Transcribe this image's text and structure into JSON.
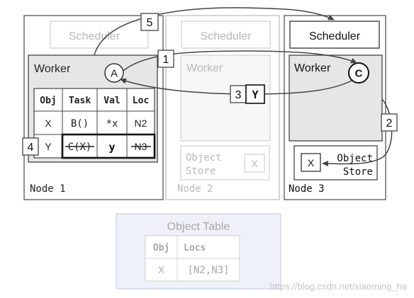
{
  "colors": {
    "stroke": "#444444",
    "faded_stroke": "#c8c8c8",
    "faded_text": "#b8b8b8",
    "worker_fill": "#e6e6e6",
    "faded_worker_fill": "#f7f7f7",
    "object_table_fill": "#eef2f8",
    "object_table_stroke": "#c5d0e0",
    "object_table_text": "#a8a8a8"
  },
  "nodes": [
    {
      "label": "Node 1",
      "scheduler": "Scheduler",
      "worker": "Worker",
      "marker": "A"
    },
    {
      "label": "Node 2",
      "scheduler": "Scheduler",
      "worker": "Worker",
      "store_line1": "Object",
      "store_line2": "Store",
      "store_item": "X"
    },
    {
      "label": "Node 3",
      "scheduler": "Scheduler",
      "worker": "Worker",
      "marker": "C",
      "store_line1": "Object",
      "store_line2": "Store",
      "store_item": "X"
    }
  ],
  "task_table": {
    "headers": [
      "Obj",
      "Task",
      "Val",
      "Loc"
    ],
    "rows": [
      [
        "X",
        "B()",
        "*x",
        "N2"
      ],
      [
        "Y",
        "C(X)",
        "y",
        "N3"
      ]
    ]
  },
  "steps": [
    "1",
    "2",
    "3",
    "4",
    "5"
  ],
  "message_value": "Y",
  "object_table": {
    "title": "Object Table",
    "headers": [
      "Obj",
      "Locs"
    ],
    "rows": [
      [
        "X",
        "[N2,N3]"
      ]
    ]
  },
  "watermark": "https://blog.csdn.net/xiaoming_ha"
}
